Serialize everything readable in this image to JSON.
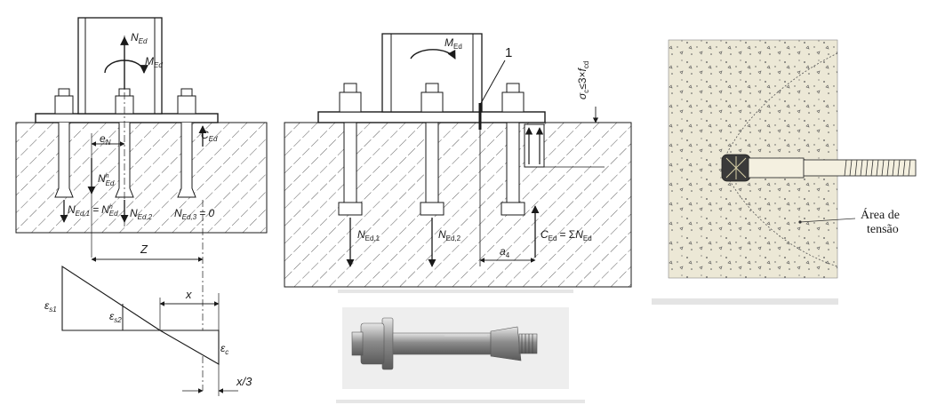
{
  "left_figure": {
    "n_ed": "N",
    "n_ed_sub": "Ed",
    "m_ed": "M",
    "m_ed_sub": "Ed",
    "c_ed": "C",
    "c_ed_sub": "Ed",
    "e_n": "e",
    "e_n_sub": "N",
    "n_ed_h": "N",
    "n_ed_h_sub": "Ed",
    "n_ed_h_sup": "h",
    "n_ed1": "N",
    "n_ed1_sub": "Ed,1",
    "eq_sign": "=",
    "n_ed_h2": "N",
    "n_ed_h2_sub": "Ed",
    "n_ed_h2_sup": "h",
    "n_ed2": "N",
    "n_ed2_sub": "Ed,2",
    "n_ed3": "N",
    "n_ed3_sub": "Ed,3",
    "n_ed3_value": "= 0",
    "z_label": "Z",
    "x_label": "x",
    "eps_s1": "ε",
    "eps_s1_sub": "s1",
    "eps_s2": "ε",
    "eps_s2_sub": "s2",
    "eps_c": "ε",
    "eps_c_sub": "c",
    "x3_label": "x/3"
  },
  "middle_figure": {
    "m_ed": "M",
    "m_ed_sub": "Ed",
    "callout": "1",
    "sigma_label": "σ",
    "sigma_sub": "c",
    "sigma_rest": "≤3×",
    "f_cd": "f",
    "f_cd_sub": "cd",
    "n_ed1": "N",
    "n_ed1_sub": "Ed,1",
    "n_ed2": "N",
    "n_ed2_sub": "Ed,2",
    "c_ed": "C",
    "c_ed_sub": "Ed",
    "c_ed_eq": "= Σ",
    "c_ed_n": "N",
    "c_ed_n_sub": "Ed",
    "a4": "a",
    "a4_sub": "4"
  },
  "right_figure": {
    "area_label_line1": "Área de",
    "area_label_line2": "tensão"
  },
  "colors": {
    "ink": "#1a1a1a",
    "concrete_panel": "#ece8d6",
    "anchor_steel": "#9a9a9a",
    "photo_bg": "#eeeeee"
  }
}
